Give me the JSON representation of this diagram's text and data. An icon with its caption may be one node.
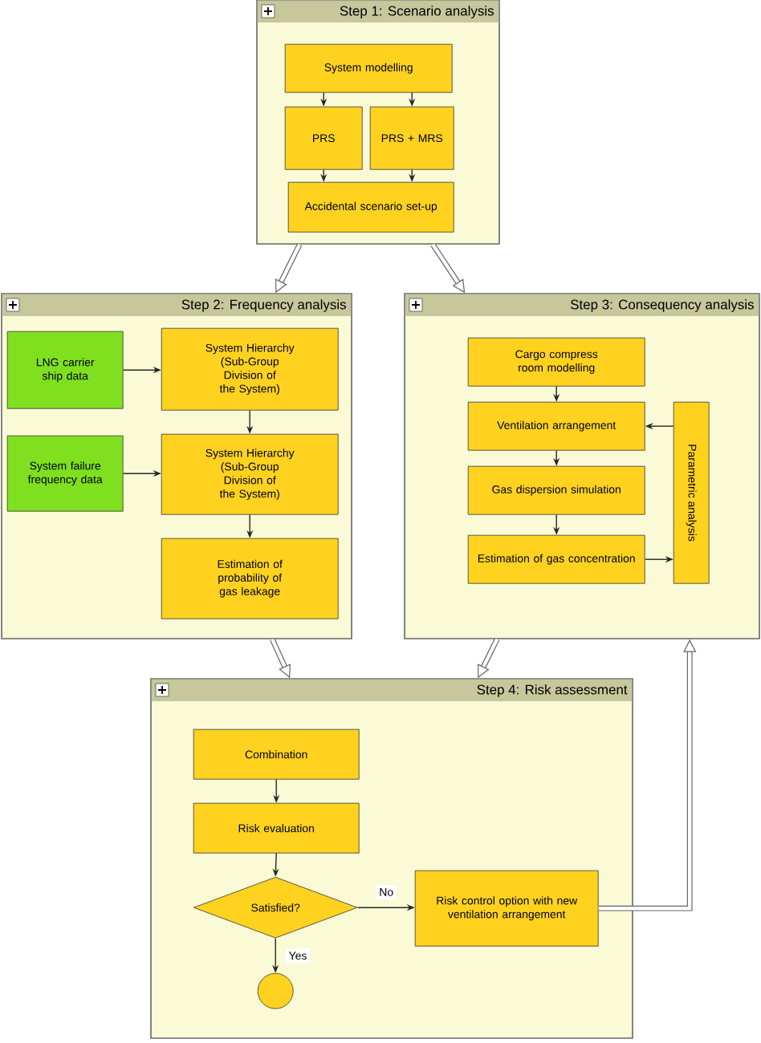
{
  "diagram": {
    "nodes": [
      {
        "text": [
          "Step 1: Scenario analysis"
        ]
      },
      {
        "text": [
          "System modelling"
        ],
        "in": 0
      },
      {
        "text": [
          "PRS"
        ],
        "in": 0
      },
      {
        "text": [
          "PRS + MRS"
        ],
        "in": 0
      },
      {
        "text": [
          "Accidental scenario set-up"
        ],
        "in": 0
      },
      {
        "text": [
          "Step 2: Frequency analysis"
        ]
      },
      {
        "text": [
          "LNG carrier ship data"
        ],
        "in": 5
      },
      {
        "text": [
          "System Hierarchy (Sub-Group Division of the System)"
        ],
        "in": 5
      },
      {
        "text": [
          "System failure frequency data"
        ],
        "in": 5
      },
      {
        "text": [
          "System Hierarchy (Sub-Group Division of the System)"
        ],
        "in": 5
      },
      {
        "text": [
          "Estimation of probability of gas leakage"
        ],
        "in": 5
      },
      {
        "text": [
          "Step 3: Consequency analysis"
        ]
      },
      {
        "text": [
          "Cargo compress room modelling"
        ],
        "in": 11
      },
      {
        "text": [
          "Ventilation arrangement"
        ],
        "in": 11
      },
      {
        "text": [
          "Gas dispersion simulation"
        ],
        "in": 11
      },
      {
        "text": [
          "Estimation of gas concentration"
        ],
        "in": 11
      },
      {
        "text": [
          "Parametric analysis"
        ],
        "in": 11
      },
      {
        "text": [
          "Step 4: Risk assessment"
        ]
      },
      {
        "text": [
          "Combination"
        ],
        "in": 17
      },
      {
        "text": [
          "Risk evaluation"
        ],
        "in": 17
      },
      {
        "text": [
          "Satisfied?"
        ],
        "in": 17
      },
      {
        "text": [],
        "shape": "circle",
        "in": 17
      },
      {
        "text": [
          "Risk control option with new ventilation arrangement"
        ],
        "in": 17
      }
    ],
    "edges": [
      {
        "from": 1,
        "to": 2,
        "arrow": "to"
      },
      {
        "from": 1,
        "to": 3,
        "arrow": "to"
      },
      {
        "from": 2,
        "to": 4,
        "arrow": "to"
      },
      {
        "from": 3,
        "to": 4,
        "arrow": "to"
      },
      {
        "from": 0,
        "to": 5,
        "arrow": "to",
        "style": "thick"
      },
      {
        "from": 0,
        "to": 11,
        "arrow": "to",
        "style": "thick"
      },
      {
        "from": 6,
        "to": 7,
        "arrow": "to"
      },
      {
        "from": 8,
        "to": 9,
        "arrow": "to"
      },
      {
        "from": 7,
        "to": 9,
        "arrow": "to"
      },
      {
        "from": 9,
        "to": 10,
        "arrow": "to"
      },
      {
        "from": 5,
        "to": 17,
        "arrow": "to",
        "style": "thick"
      },
      {
        "from": 11,
        "to": 17,
        "arrow": "to",
        "style": "thick"
      },
      {
        "from": 12,
        "to": 13,
        "arrow": "to"
      },
      {
        "from": 13,
        "to": 14,
        "arrow": "to"
      },
      {
        "from": 14,
        "to": 15,
        "arrow": "to"
      },
      {
        "from": 15,
        "to": 16,
        "arrow": "to"
      },
      {
        "from": 16,
        "to": 13,
        "arrow": "to"
      },
      {
        "from": 18,
        "to": 19,
        "arrow": "to"
      },
      {
        "from": 19,
        "to": 20,
        "arrow": "to"
      },
      {
        "from": 20,
        "to": 22,
        "arrow": "to",
        "label": "No"
      },
      {
        "from": 20,
        "to": 21,
        "arrow": "to",
        "label": "Yes"
      },
      {
        "from": 22,
        "to": 11,
        "arrow": "to",
        "style": "thick"
      }
    ]
  }
}
